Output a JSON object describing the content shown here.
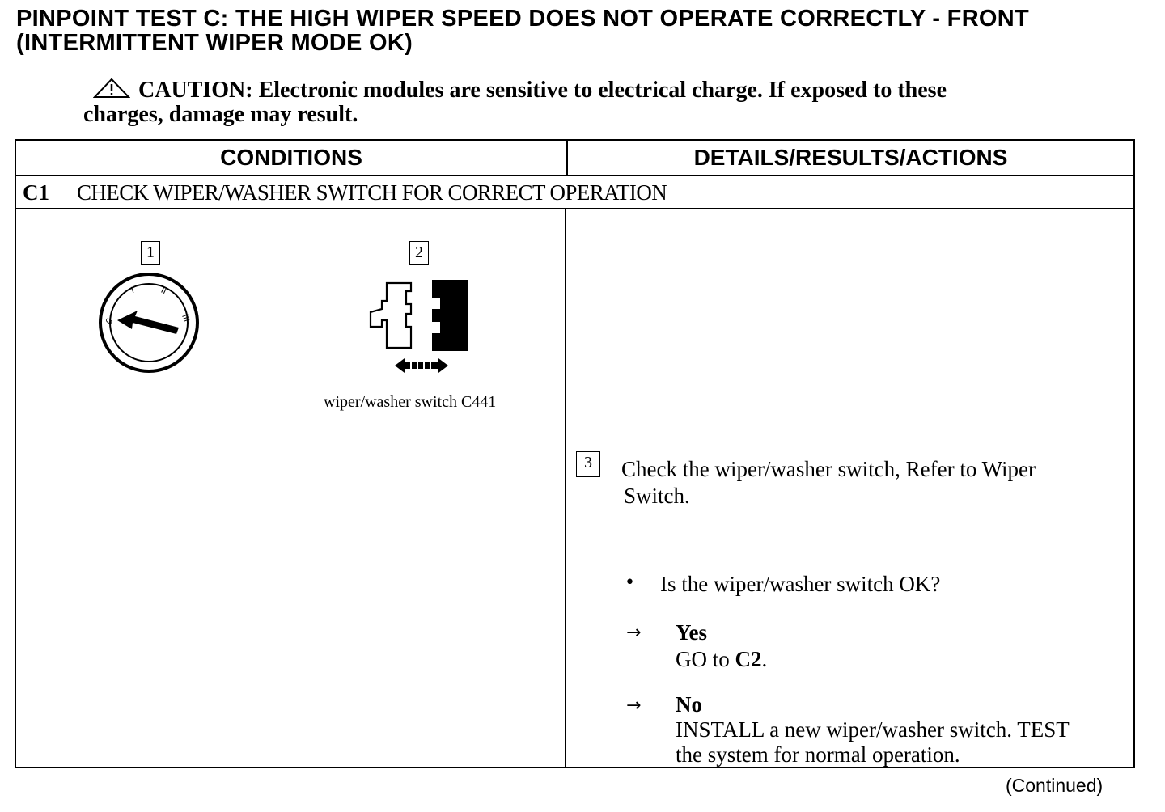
{
  "title": {
    "line1": "PINPOINT TEST C: THE HIGH WIPER SPEED DOES NOT OPERATE CORRECTLY - FRONT",
    "line2": "(INTERMITTENT WIPER MODE OK)"
  },
  "caution": {
    "label": "CAUTION:",
    "text_line1": "Electronic modules are sensitive to electrical charge. If exposed to these",
    "text_line2": "charges, damage may result."
  },
  "table": {
    "headers": {
      "conditions": "CONDITIONS",
      "details": "DETAILS/RESULTS/ACTIONS"
    },
    "step": {
      "id": "C1",
      "title": "CHECK WIPER/WASHER SWITCH FOR CORRECT OPERATION"
    },
    "figure": {
      "callout1": "1",
      "callout2": "2",
      "switch_marks": [
        "0",
        "I",
        "II",
        "III"
      ],
      "caption": "wiper/washer switch C441"
    },
    "details": {
      "callout3": "3",
      "instruction_line1": "Check the wiper/washer switch, Refer to Wiper",
      "instruction_line2": "Switch.",
      "question": "Is the wiper/washer switch OK?",
      "yes_label": "Yes",
      "yes_action_prefix": "GO to ",
      "yes_action_target": "C2",
      "yes_action_suffix": ".",
      "no_label": "No",
      "no_action_line1": "INSTALL a new wiper/washer switch. TEST",
      "no_action_line2": "the system for normal operation."
    }
  },
  "footer": {
    "continued": "(Continued)"
  }
}
